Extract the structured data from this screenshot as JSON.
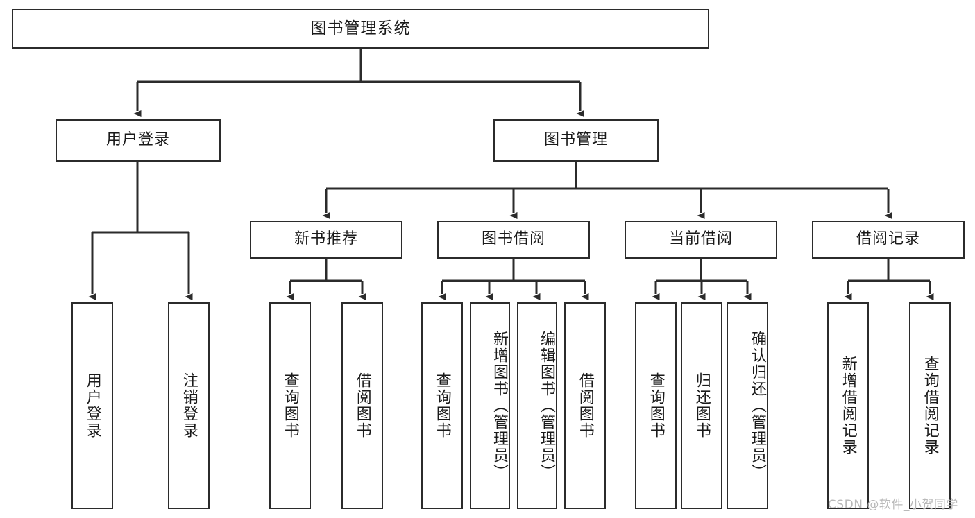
{
  "diagram": {
    "title": "图书管理系统",
    "type": "tree",
    "style": {
      "stroke": "#2b2b2b",
      "fill": "#ffffff",
      "text": "#1a1a1a",
      "watermark_color": "#b9b9b9"
    },
    "nodes": {
      "root": {
        "label": "图书管理系统",
        "level": 0
      },
      "l1": [
        {
          "label": "用户登录",
          "level": 1
        },
        {
          "label": "图书管理",
          "level": 1
        }
      ],
      "l2": [
        {
          "label": "新书推荐",
          "level": 2
        },
        {
          "label": "图书借阅",
          "level": 2
        },
        {
          "label": "当前借阅",
          "level": 2
        },
        {
          "label": "借阅记录",
          "level": 2
        }
      ],
      "leaves_user_login": [
        {
          "label": "用户登录"
        },
        {
          "label": "注销登录"
        }
      ],
      "leaves_new_book": [
        {
          "label": "查询图书"
        },
        {
          "label": "借阅图书"
        }
      ],
      "leaves_borrow": [
        {
          "label": "查询图书"
        },
        {
          "label": "新增图书（管理员）"
        },
        {
          "label": "编辑图书（管理员）"
        },
        {
          "label": "借阅图书"
        }
      ],
      "leaves_current": [
        {
          "label": "查询图书"
        },
        {
          "label": "归还图书"
        },
        {
          "label": "确认归还（管理员）"
        }
      ],
      "leaves_record": [
        {
          "label": "新增借阅记录"
        },
        {
          "label": "查询借阅记录"
        }
      ]
    },
    "watermark": "CSDN @软件_小贺同学"
  }
}
